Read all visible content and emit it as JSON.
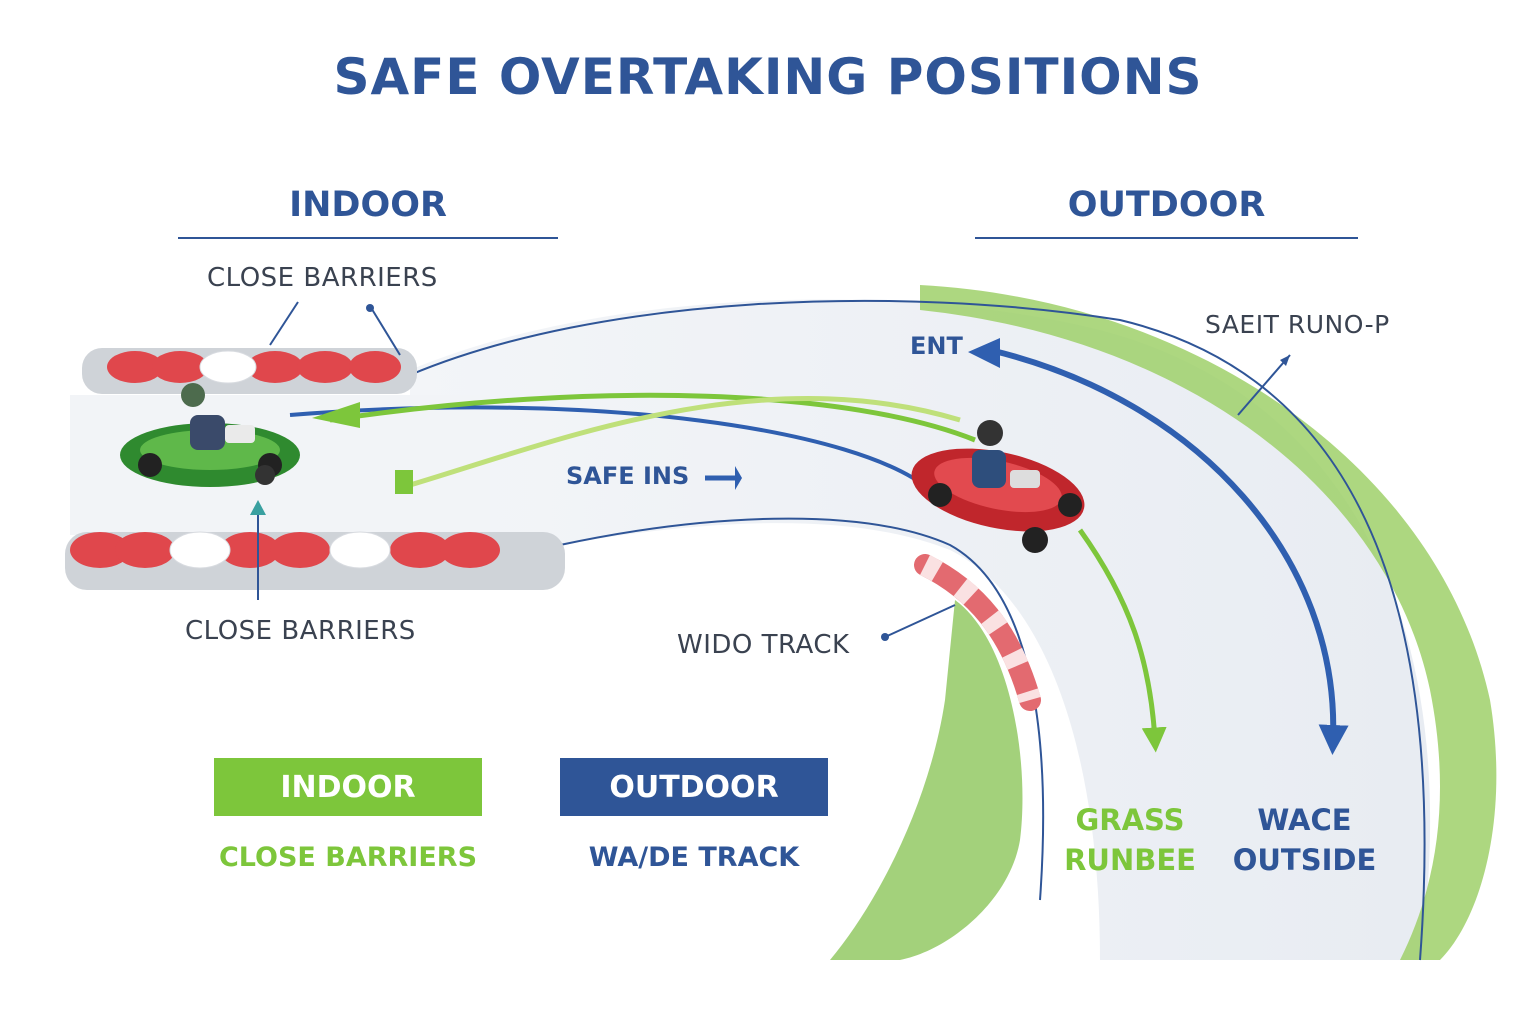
{
  "title": "SAFE OVERTAKING POSITIONS",
  "sections": {
    "indoor": "INDOOR",
    "outdoor": "OUTDOOR"
  },
  "callouts": {
    "close_barriers_top": "CLOSE BARRIERS",
    "close_barriers_bottom": "CLOSE BARRIERS",
    "safe_runoff": "SAEIT RUNO-P",
    "entry": "ENT",
    "safe_inside": "SAFE INS",
    "wide_track": "WIDO TRACK"
  },
  "legend": {
    "indoor": {
      "label": "INDOOR",
      "sub": "CLOSE BARRIERS",
      "color": "#7dc63b"
    },
    "outdoor": {
      "label": "OUTDOOR",
      "sub": "WA/DE TRACK",
      "color": "#2f5597"
    }
  },
  "path_ends": {
    "grass_runoff": {
      "line1": "GRASS",
      "line2": "RUNBEE",
      "color": "#7dc63b"
    },
    "wide_outside": {
      "line1": "WACE",
      "line2": "OUTSIDE",
      "color": "#2f5597"
    }
  },
  "colors": {
    "accent_blue": "#2f5597",
    "accent_green": "#7dc63b",
    "barrier_red": "#e0474c",
    "track_gray": "#eef1f5"
  }
}
